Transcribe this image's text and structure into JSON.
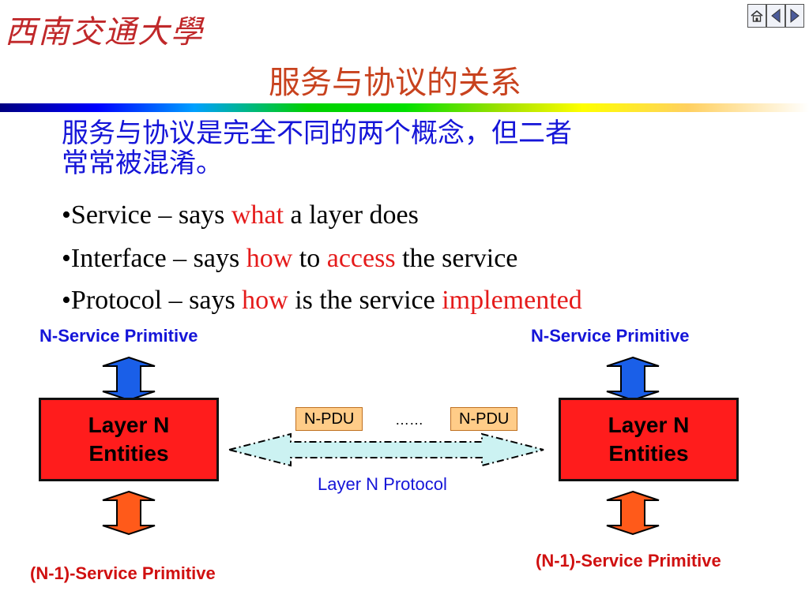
{
  "header": {
    "logo_text": "西南交通大學",
    "title": "服务与协议的关系"
  },
  "nav": {
    "icons": [
      "home-icon",
      "prev-icon",
      "next-icon"
    ]
  },
  "intro": {
    "line1": "服务与协议是完全不同的两个概念，但二者",
    "line2": "常常被混淆。"
  },
  "bullets": [
    {
      "prefix": "•Service – says ",
      "em": "what",
      "rest": " a layer does"
    },
    {
      "prefix": "•Interface – says ",
      "em1": "how",
      "mid": " to ",
      "em2": "access",
      "rest": " the service"
    },
    {
      "prefix": "•Protocol – says ",
      "em1": "how",
      "mid": " is the service ",
      "em2": "implemented"
    }
  ],
  "diagram": {
    "left_service_label": "N-Service Primitive",
    "right_service_label": "N-Service Primitive",
    "left_entity": {
      "line1": "Layer N",
      "line2": "Entities"
    },
    "right_entity": {
      "line1": "Layer N",
      "line2": "Entities"
    },
    "pdu_left": "N-PDU",
    "pdu_right": "N-PDU",
    "ellipsis": "……",
    "protocol_label": "Layer N Protocol",
    "left_lower_label": "(N-1)-Service Primitive",
    "right_lower_label": "(N-1)-Service Primitive"
  },
  "colors": {
    "title": "#c8421e",
    "intro": "#1515d8",
    "emphasis": "#e51b1b",
    "entity_fill": "#ff1c1c",
    "blue_arrow": "#1a5fe8",
    "red_arrow": "#ff5a1a",
    "pdu_fill": "#ffcc88",
    "protocol_arrow": "#ccf2f2"
  }
}
